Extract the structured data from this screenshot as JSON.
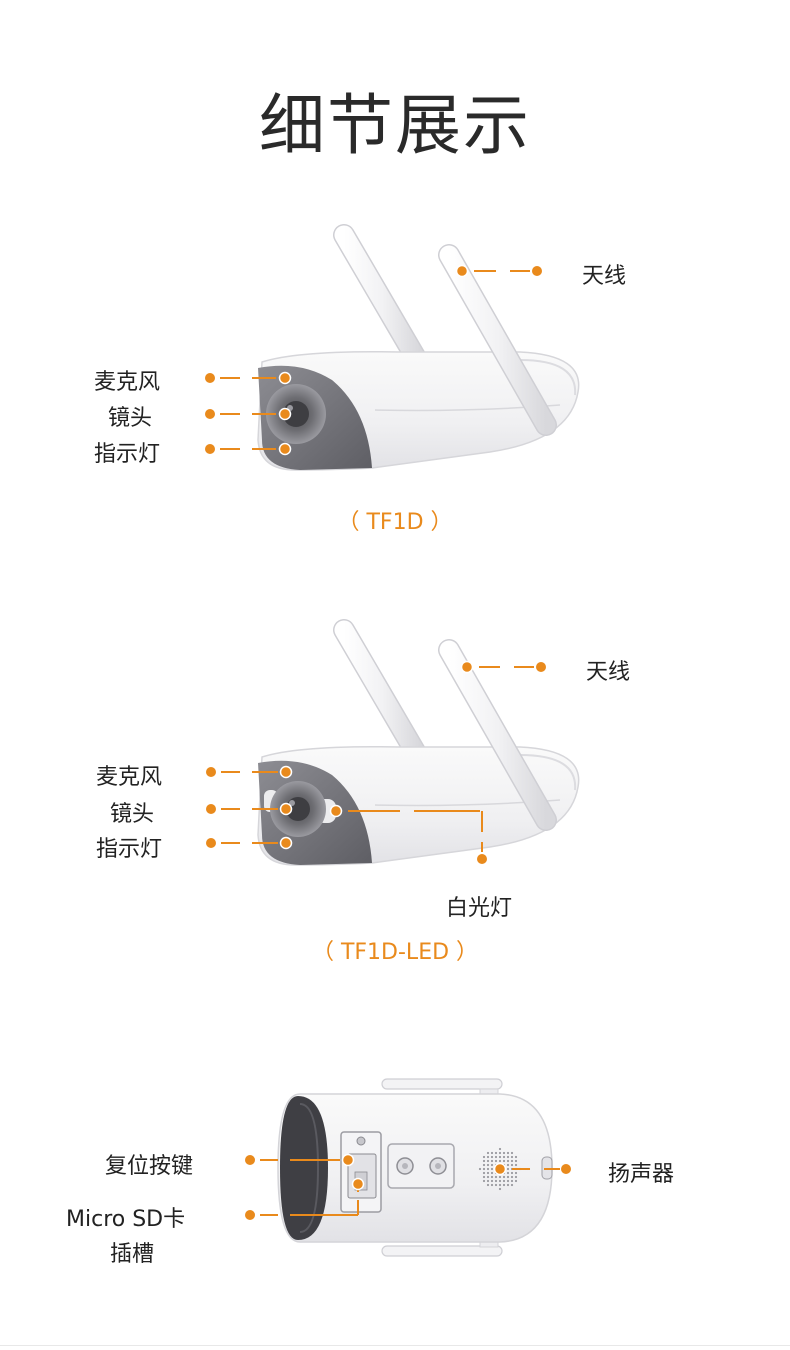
{
  "title": "细节展示",
  "accent": "#e98a1c",
  "camera1": {
    "model": "（ TF1D ）",
    "labels": {
      "antenna": "天线",
      "mic": "麦克风",
      "lens": "镜头",
      "indicator": "指示灯"
    }
  },
  "camera2": {
    "model": "（ TF1D-LED ）",
    "labels": {
      "antenna": "天线",
      "mic": "麦克风",
      "lens": "镜头",
      "indicator": "指示灯",
      "white_light": "白光灯"
    }
  },
  "camera3": {
    "labels": {
      "reset": "复位按键",
      "sd_line1": "Micro SD卡",
      "sd_line2": "插槽",
      "speaker": "扬声器"
    }
  }
}
